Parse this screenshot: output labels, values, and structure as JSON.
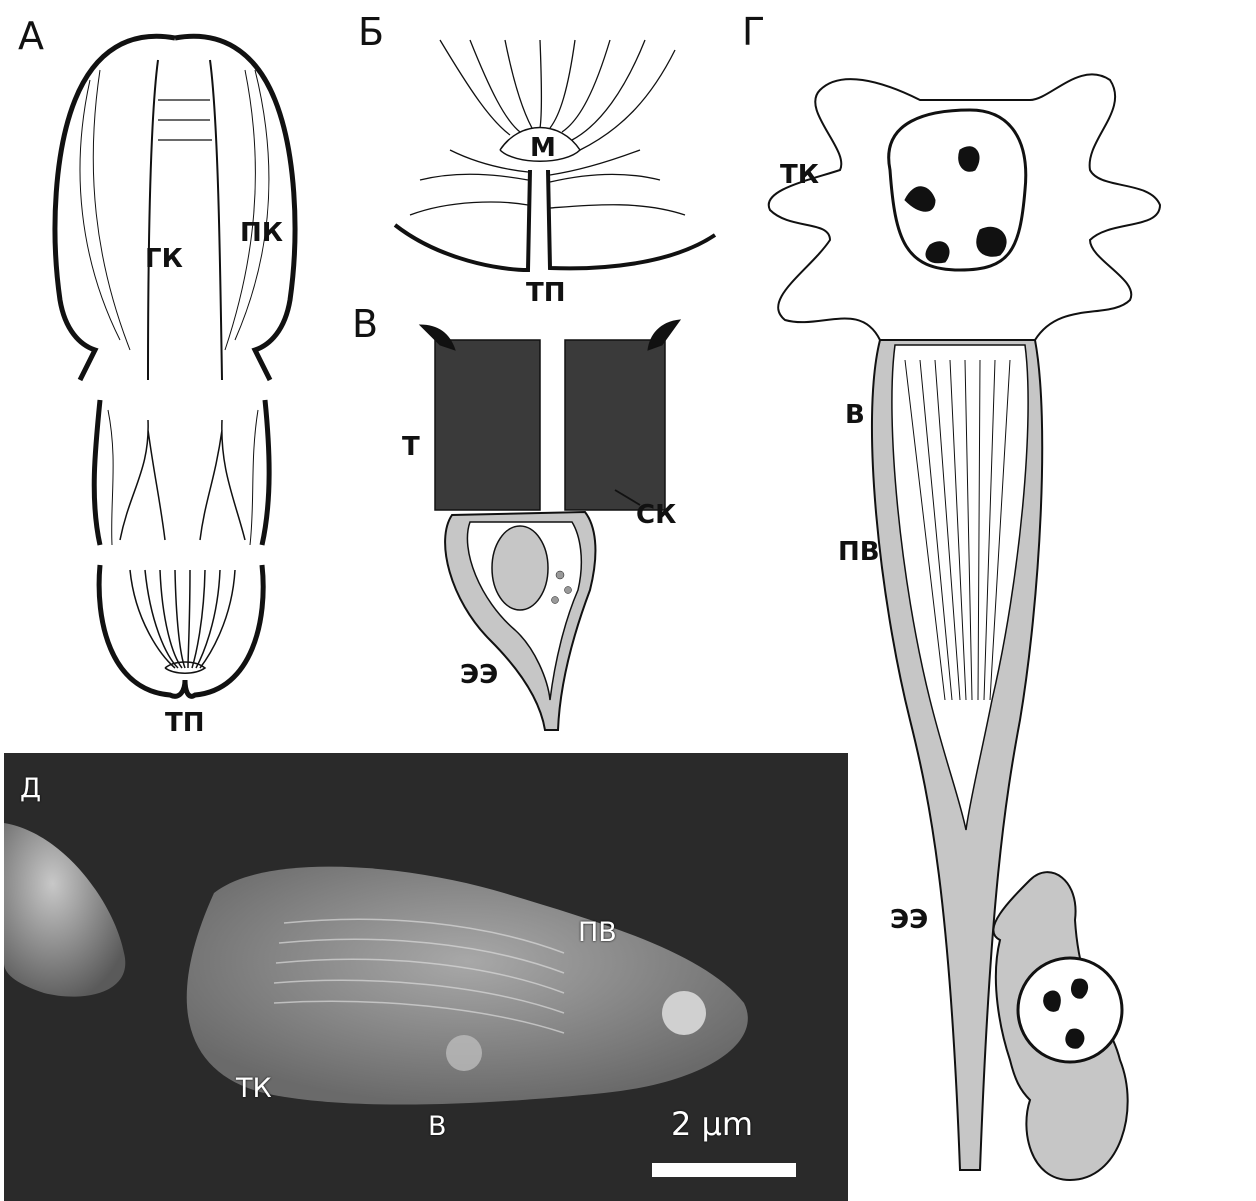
{
  "figure": {
    "panel_a": {
      "letter": "А",
      "labels": {
        "gk": "ГК",
        "pk": "ПК",
        "tp": "ТП"
      }
    },
    "panel_b": {
      "letter": "Б",
      "labels": {
        "m": "М",
        "tp": "ТП"
      }
    },
    "panel_v": {
      "letter": "В",
      "labels": {
        "t": "Т",
        "sk": "СК",
        "ee": "ЭЭ"
      }
    },
    "panel_g": {
      "letter": "Г",
      "labels": {
        "tk": "ТК",
        "v": "В",
        "pv": "ПВ",
        "ee": "ЭЭ"
      }
    },
    "panel_d": {
      "letter": "Д",
      "labels": {
        "pv": "ПВ",
        "tk": "ТК",
        "v": "В"
      },
      "scale_bar": "2 μm"
    }
  },
  "colors": {
    "stroke": "#111111",
    "gray_fill": "#c6c6c6",
    "tissue_dark": "#3a3a3a",
    "sem_bg": "#2a2a2a"
  }
}
